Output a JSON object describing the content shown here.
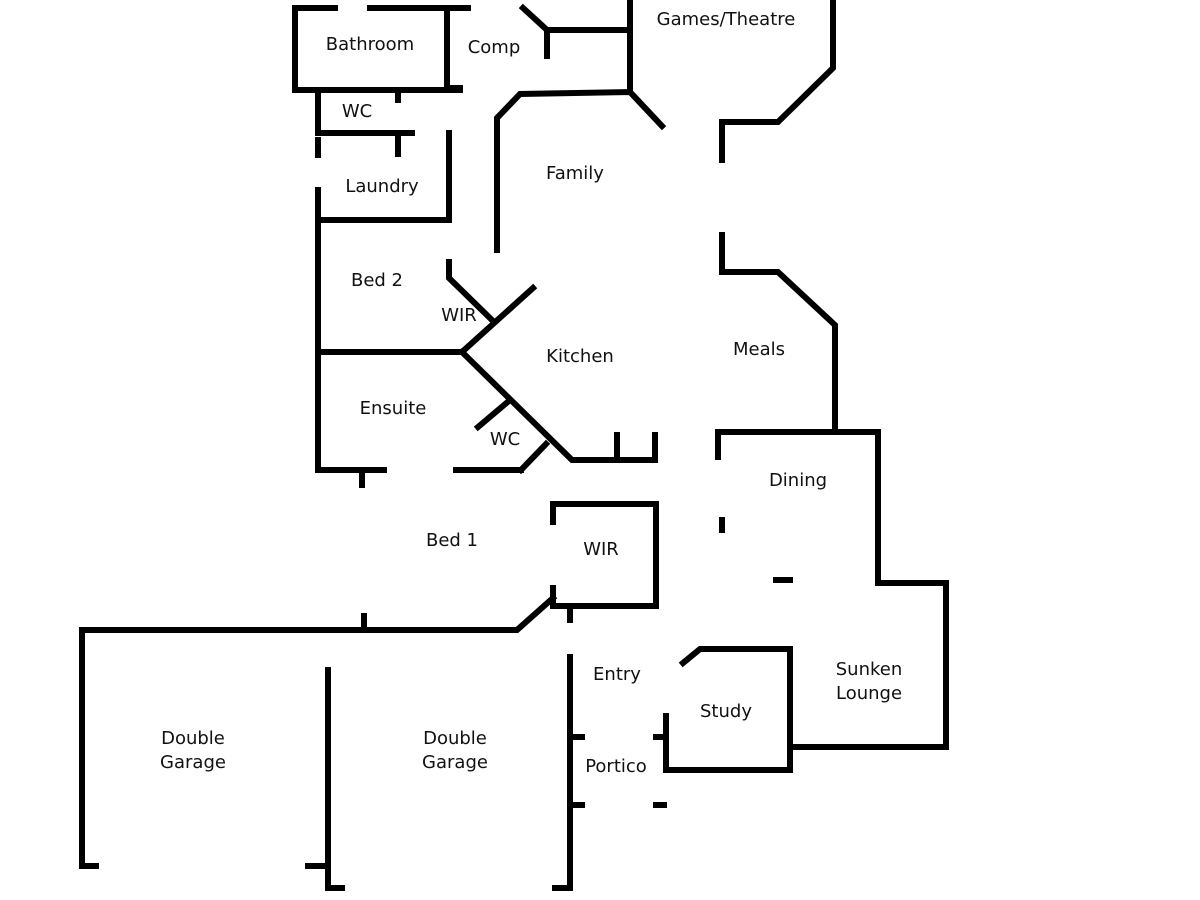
{
  "rooms": {
    "bathroom": "Bathroom",
    "comp": "Comp",
    "games_theatre": "Games/Theatre",
    "wc_upper": "WC",
    "laundry": "Laundry",
    "family": "Family",
    "bed2": "Bed 2",
    "wir_upper": "WIR",
    "kitchen": "Kitchen",
    "meals": "Meals",
    "ensuite": "Ensuite",
    "wc_lower": "WC",
    "dining": "Dining",
    "bed1": "Bed 1",
    "wir_lower": "WIR",
    "entry": "Entry",
    "study": "Study",
    "sunken_lounge": "Sunken\nLounge",
    "portico": "Portico",
    "double_garage_left": "Double\nGarage",
    "double_garage_right": "Double\nGarage"
  },
  "colors": {
    "wall": "#000000",
    "background": "#ffffff",
    "text": "#111111"
  }
}
